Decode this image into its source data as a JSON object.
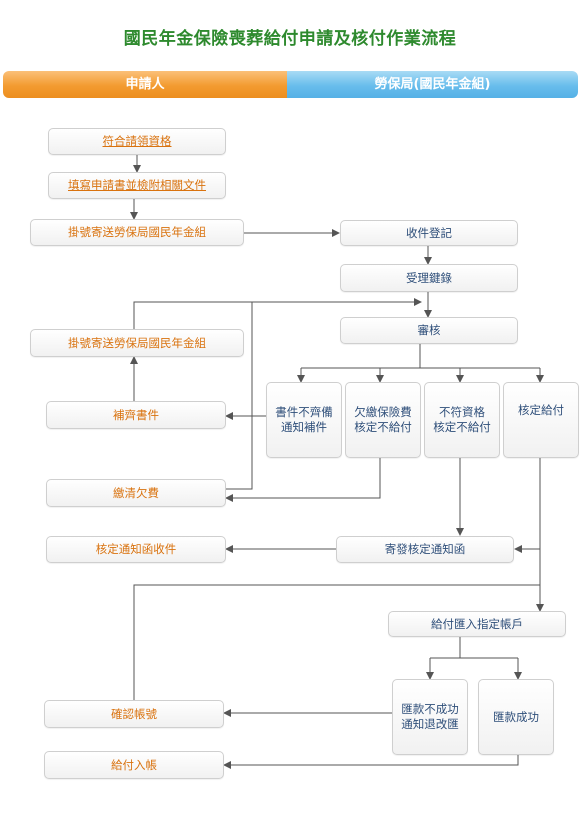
{
  "title": "國民年金保險喪葬給付申請及核付作業流程",
  "lanes": {
    "left": "申請人",
    "right": "勞保局(國民年金組)"
  },
  "colors": {
    "title": "#2e8a2e",
    "applicant_text": "#d9720e",
    "bureau_text": "#2f4f7a",
    "line": "#555555"
  },
  "steps": {
    "eligibility": "符合請領資格",
    "fill_form": "填寫申請書並檢附相關文件",
    "mail_1": "掛號寄送勞保局國民年金組",
    "receive": "收件登記",
    "key_in": "受理鍵錄",
    "mail_2": "掛號寄送勞保局國民年金組",
    "review": "審核",
    "incomplete": "書件不齊備\n通知補件",
    "arrears": "欠繳保險費\n核定不給付",
    "unqualified": "不符資格\n核定不給付",
    "approve": "核定給付",
    "supplement": "補齊書件",
    "pay_arrears": "繳清欠費",
    "receive_notice": "核定通知函收件",
    "send_notice": "寄發核定通知函",
    "remit": "給付匯入指定帳戶",
    "remit_fail": "匯款不成功\n通知退改匯",
    "remit_ok": "匯款成功",
    "confirm_account": "確認帳號",
    "credited": "給付入帳"
  }
}
